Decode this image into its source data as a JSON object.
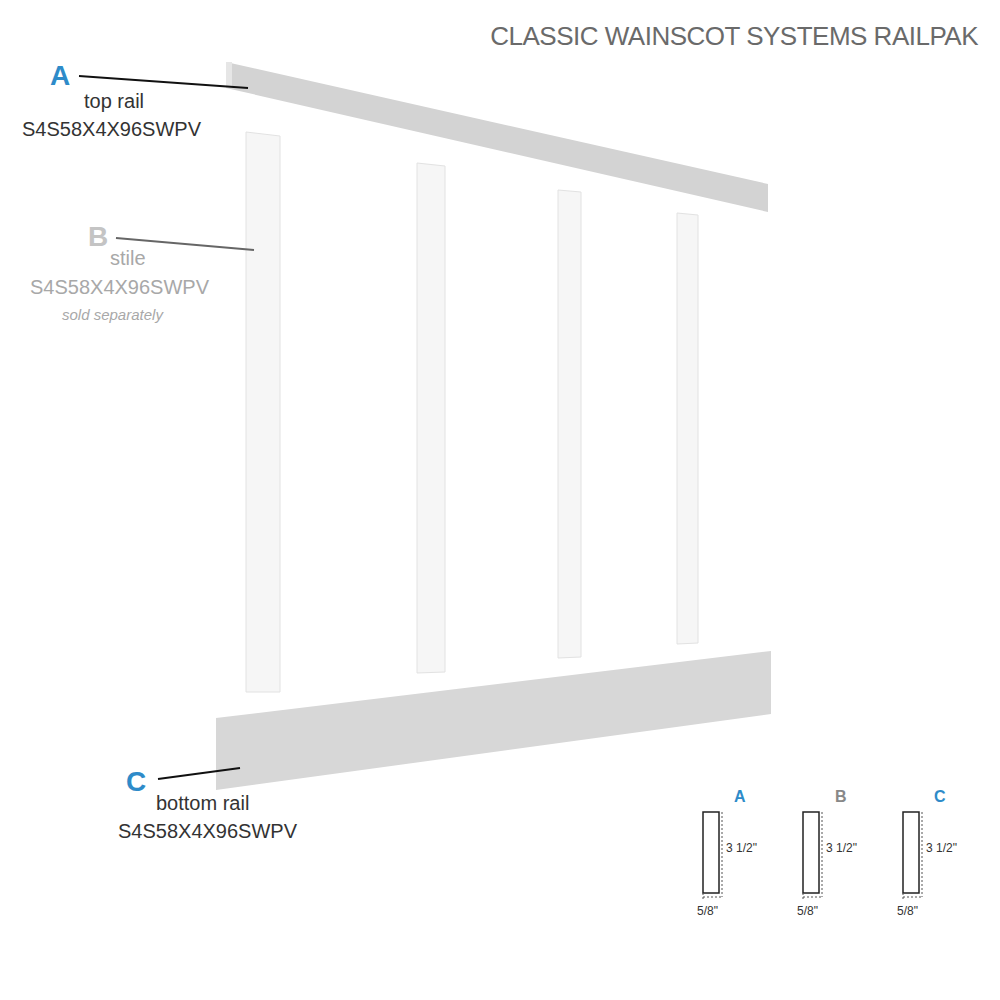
{
  "diagram": {
    "title": "CLASSIC WAINSCOT SYSTEMS RAILPAK",
    "labels": [
      "A",
      "top rail",
      "S4S58X4X96SWPV",
      "B",
      "stile",
      "S4S58X4X96SWPV",
      "sold separately",
      "C",
      "bottom rail",
      "S4S58X4X96SWPV",
      "A",
      "3 1/2\"",
      "5/8\"",
      "B",
      "3 1/2\"",
      "5/8\"",
      "C",
      "3 1/2\"",
      "5/8\""
    ]
  }
}
